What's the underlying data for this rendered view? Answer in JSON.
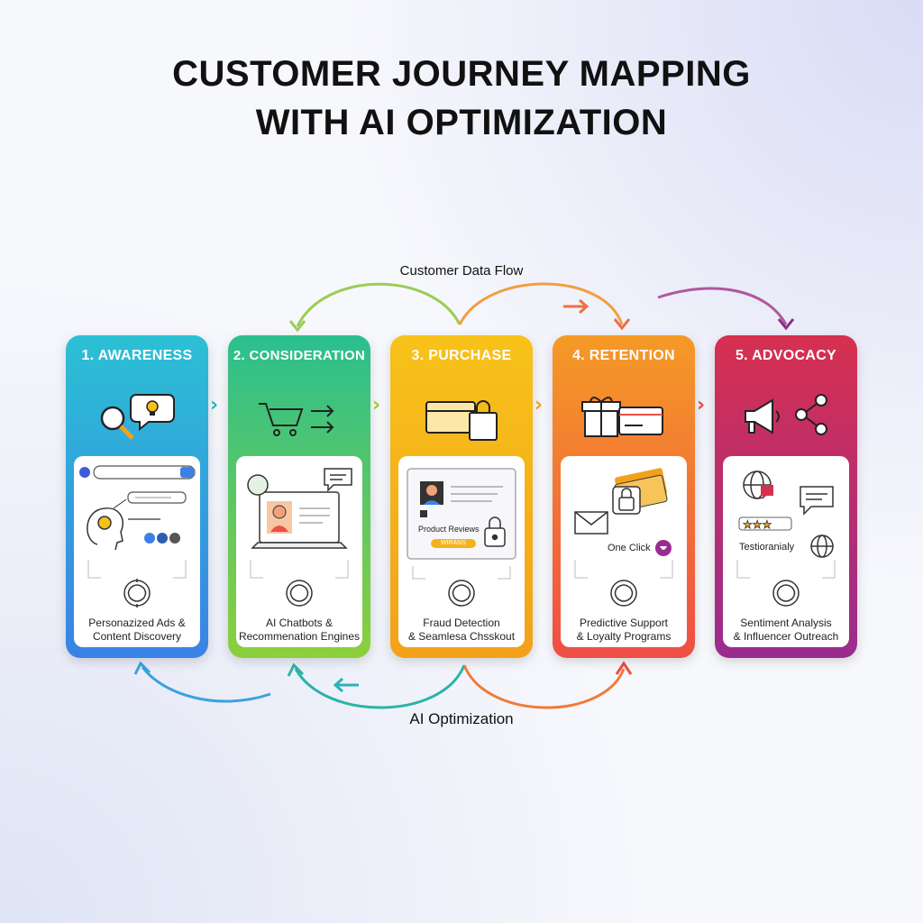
{
  "title_line1": "CUSTOMER JOURNEY MAPPING",
  "title_line2": "WITH AI OPTIMIZATION",
  "top_flow_label": "Customer Data Flow",
  "bottom_flow_label": "AI Optimization",
  "colors": {
    "awareness": [
      "#2bbfd6",
      "#3a86e8"
    ],
    "consideration": [
      "#2bbf8f",
      "#8ccf3b"
    ],
    "purchase": [
      "#f5c018",
      "#f2a21a"
    ],
    "retention": [
      "#f59a26",
      "#ef4e45"
    ],
    "advocacy": [
      "#d6304f",
      "#9a2c8f"
    ]
  },
  "stages": [
    {
      "title": "1. AWARENESS",
      "caption_line1": "Personazized Ads &",
      "caption_line2": "Content Discovery",
      "icons": [
        "magnifier-icon",
        "lightbulb-icon",
        "search-bar-icon",
        "head-brain-icon",
        "social-icons"
      ]
    },
    {
      "title": "2. CONSIDERATION",
      "caption_line1": "AI Chatbots &",
      "caption_line2": "Recommenation Engines",
      "icons": [
        "shopping-cart-icon",
        "arrows-icon",
        "laptop-icon",
        "chat-bubble-icon"
      ]
    },
    {
      "title": "3. PURCHASE",
      "caption_line1": "Fraud Detection",
      "caption_line2": "& Seamlesa Chsskout",
      "inline_label": "Product Reviews",
      "button_label": "WIRANS",
      "icons": [
        "credit-card-icon",
        "shopping-bag-icon",
        "lock-icon"
      ]
    },
    {
      "title": "4. RETENTION",
      "caption_line1": "Predictive Support",
      "caption_line2": "& Loyalty Programs",
      "inline_label": "One Click",
      "icons": [
        "gift-icon",
        "card-icon",
        "envelope-icon",
        "lock-icon"
      ]
    },
    {
      "title": "5. ADVOCACY",
      "caption_line1": "Sentiment Analysis",
      "caption_line2": "& Influencer Outreach",
      "inline_label": "Testioranialy",
      "icons": [
        "megaphone-icon",
        "share-icon",
        "globe-icon",
        "stars-icon"
      ]
    }
  ]
}
